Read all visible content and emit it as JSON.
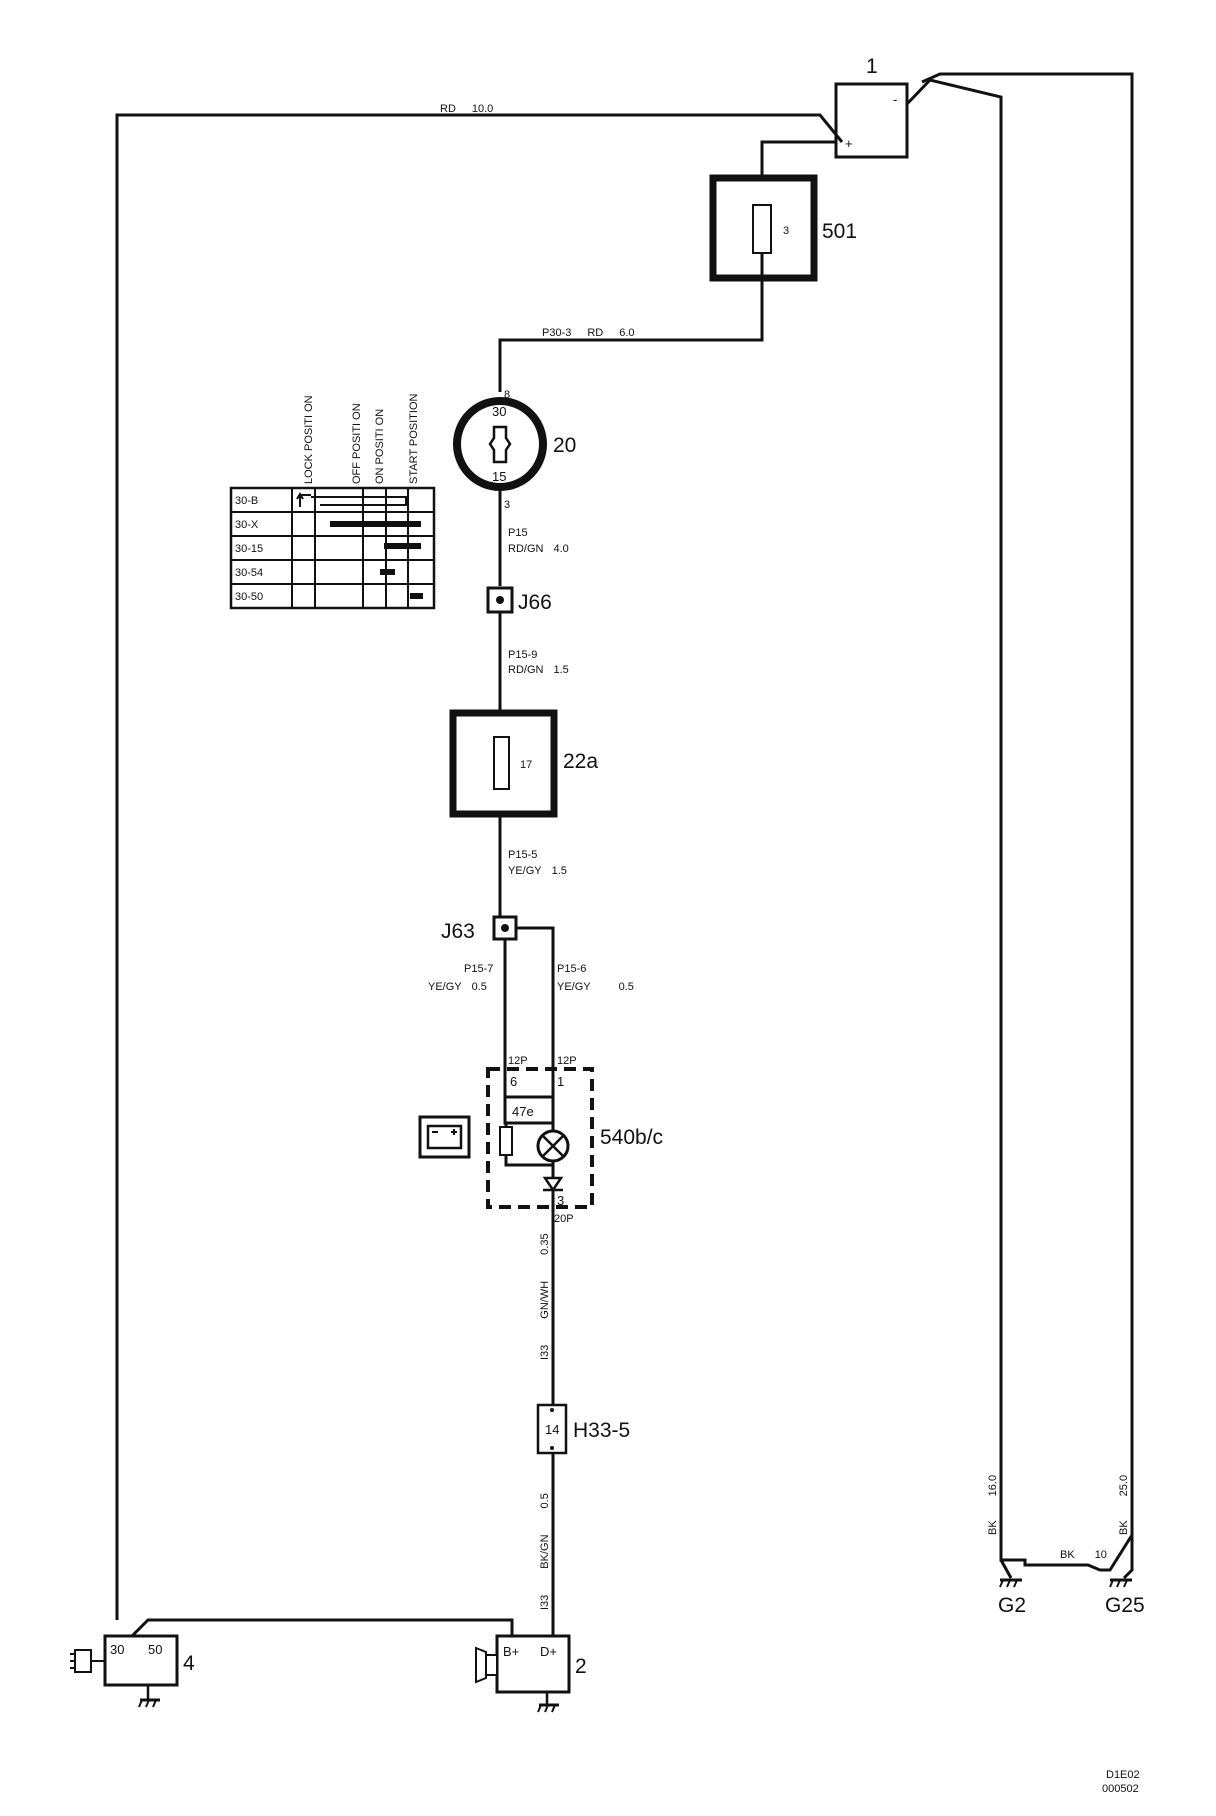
{
  "components": {
    "battery": {
      "id": "1",
      "plus": "+",
      "minus": "-"
    },
    "fuse_box_501": {
      "id": "501",
      "fuse": "3"
    },
    "ignition_switch": {
      "id": "20",
      "pin_top": "8",
      "pin_bottom": "3",
      "term_top": "30",
      "term_bottom": "15"
    },
    "joint_j66": {
      "id": "J66"
    },
    "fuse_box_22a": {
      "id": "22a",
      "fuse": "17"
    },
    "joint_j63": {
      "id": "J63"
    },
    "instrument_540": {
      "id": "540b/c",
      "sub": "47e",
      "conn_left": "12P",
      "conn_right": "12P",
      "pin_left": "6",
      "pin_right": "1",
      "pin_bottom": "3",
      "conn_bottom": "20P"
    },
    "connector_h33": {
      "id": "H33-5",
      "pin": "14"
    },
    "starter": {
      "id": "4",
      "t1": "30",
      "t2": "50"
    },
    "alternator": {
      "id": "2",
      "t1": "B+",
      "t2": "D+"
    },
    "ground_g2": {
      "id": "G2"
    },
    "ground_g25": {
      "id": "G25"
    }
  },
  "wires": {
    "w_rd10": {
      "color": "RD",
      "size": "10.0"
    },
    "w_p303": {
      "circuit": "P30-3",
      "color": "RD",
      "size": "6.0"
    },
    "w_p15": {
      "circuit": "P15",
      "color": "RD/GN",
      "size": "4.0"
    },
    "w_p159": {
      "circuit": "P15-9",
      "color": "RD/GN",
      "size": "1.5"
    },
    "w_p155": {
      "circuit": "P15-5",
      "color": "YE/GY",
      "size": "1.5"
    },
    "w_p157": {
      "circuit": "P15-7",
      "color": "YE/GY",
      "size": "0.5"
    },
    "w_p156": {
      "circuit": "P15-6",
      "color": "YE/GY",
      "size": "0.5"
    },
    "w_i33a": {
      "circuit": "I33",
      "color": "GN/WH",
      "size": "0.35"
    },
    "w_i33b": {
      "circuit": "I33",
      "color": "BK/GN",
      "size": "0.5"
    },
    "w_bk16": {
      "color": "BK",
      "size": "16.0"
    },
    "w_bk25": {
      "color": "BK",
      "size": "25.0"
    },
    "w_bk10": {
      "color": "BK",
      "size": "10"
    }
  },
  "switch_table": {
    "headers": [
      "LOCK POSITI ON",
      "OFF POSITI ON",
      "ON POSITI ON",
      "START POSITION"
    ],
    "rows": [
      "30-B",
      "30-X",
      "30-15",
      "30-54",
      "30-50"
    ]
  },
  "doc_code": {
    "line1": "D1E02",
    "line2": "000502"
  }
}
